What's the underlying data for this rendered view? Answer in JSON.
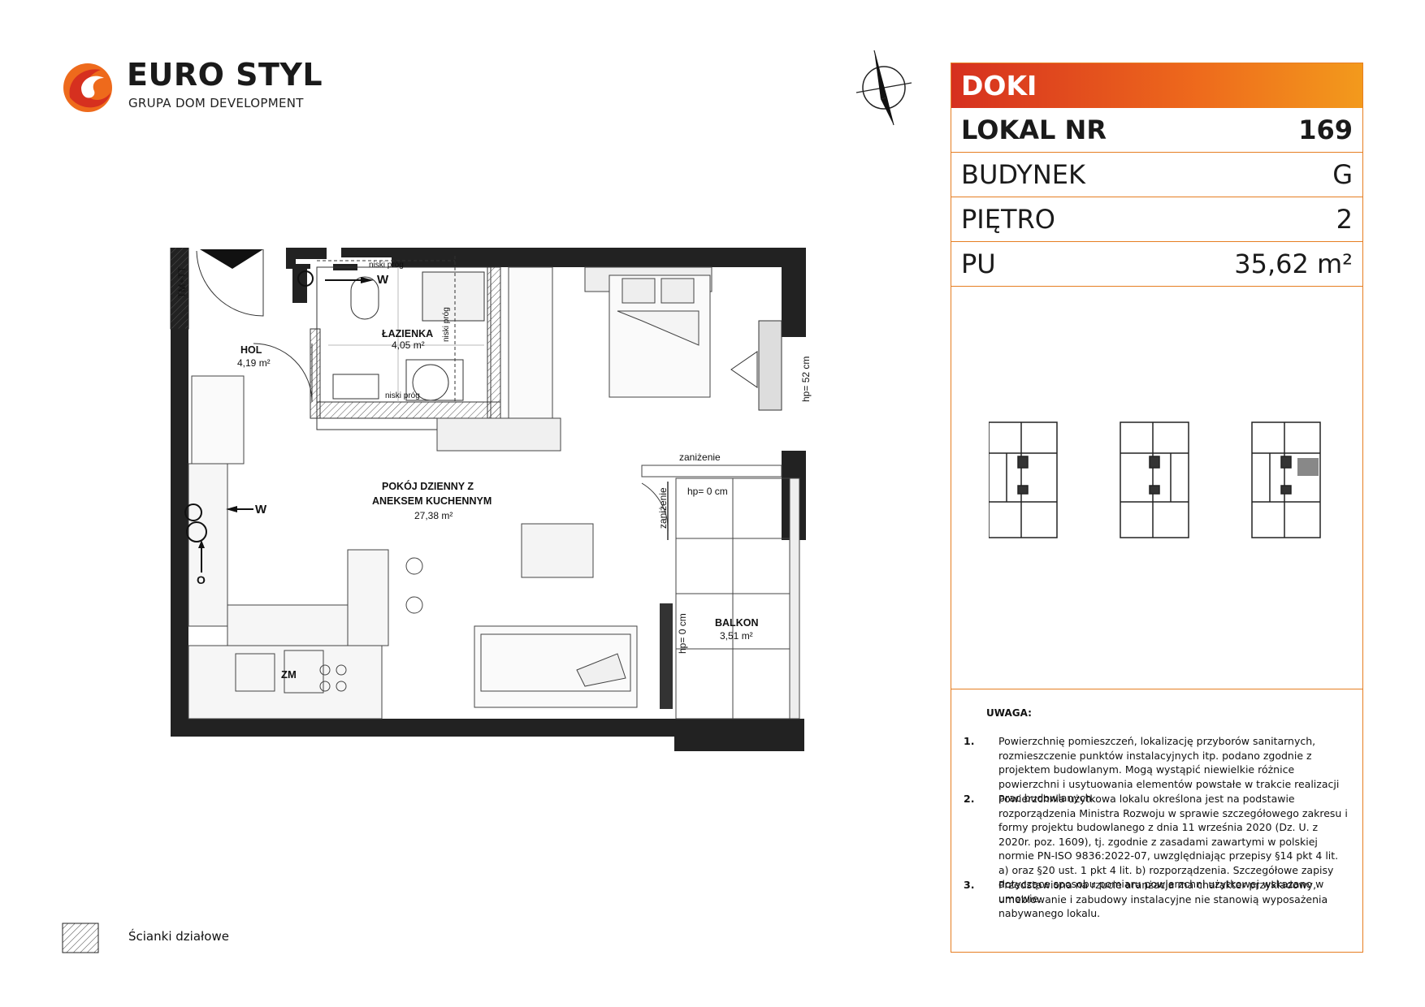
{
  "logo": {
    "brand": "EURO STYL",
    "subtitle": "GRUPA DOM DEVELOPMENT",
    "colors": {
      "red": "#d6301f",
      "orange": "#f08a1c"
    }
  },
  "info": {
    "project": "DOKI",
    "rows": [
      {
        "label": "LOKAL NR",
        "value": "169"
      },
      {
        "label": "BUDYNEK",
        "value": "G"
      },
      {
        "label": "PIĘTRO",
        "value": "2"
      },
      {
        "label": "PU",
        "value": "35,62 m²"
      }
    ],
    "accent_color": "#e67e22"
  },
  "rooms": {
    "hol": {
      "name": "HOL",
      "area": "4,19 m²"
    },
    "lazienka": {
      "name": "ŁAZIENKA",
      "area": "4,05 m²"
    },
    "pokoj": {
      "name_line1": "POKÓJ DZIENNY Z",
      "name_line2": "ANEKSEM KUCHENNYM",
      "area": "27,38 m²"
    },
    "balkon": {
      "name": "BALKON",
      "area": "3,51 m²"
    }
  },
  "plan_labels": {
    "tm_tt": "TM+TT",
    "niski_prog": "niski próg",
    "hp52": "hp= 52 cm",
    "hp0": "hp= 0 cm",
    "zanizenie": "zaniżenie",
    "w": "W",
    "o": "O",
    "zm": "ZM"
  },
  "notes": {
    "heading": "UWAGA:",
    "items": [
      {
        "num": "1.",
        "text": "Powierzchnię pomieszczeń, lokalizację przyborów sanitarnych, rozmieszczenie punktów instalacyjnych itp. podano zgodnie z projektem budowlanym. Mogą wystąpić niewielkie różnice powierzchni i usytuowania elementów powstałe w trakcie realizacji prac budowlanych."
      },
      {
        "num": "2.",
        "text": "Powierzchnia użytkowa lokalu określona jest na podstawie rozporządzenia Ministra Rozwoju w sprawie szczegółowego zakresu i formy projektu budowlanego z dnia 11 września 2020 (Dz. U. z 2020r. poz. 1609), tj. zgodnie z zasadami zawartymi w polskiej normie PN-ISO 9836:2022-07, uwzględniając przepisy §14 pkt 4 lit. a) oraz §20 ust. 1 pkt 4 lit. b) rozporządzenia. Szczegółowe zapisy dotyczące sposobu pomiaru powierzchni użytkowej wskazano w umowie."
      },
      {
        "num": "3.",
        "text": "Przedstawiona na rzucie aranżacja ma charakter przykładowy, umeblowanie i zabudowy instalacyjne nie stanowią wyposażenia nabywanego lokalu."
      }
    ]
  },
  "legend": {
    "label": "Ścianki działowe"
  }
}
